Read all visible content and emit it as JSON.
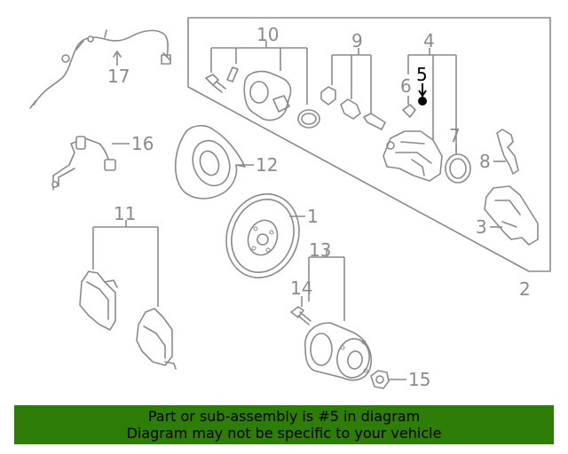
{
  "diagram": {
    "callouts": {
      "n1": "1",
      "n2": "2",
      "n3": "3",
      "n4": "4",
      "n5": "5",
      "n6": "6",
      "n7": "7",
      "n8": "8",
      "n9": "9",
      "n10": "10",
      "n11": "11",
      "n12": "12",
      "n13": "13",
      "n14": "14",
      "n15": "15",
      "n16": "16",
      "n17": "17"
    },
    "highlighted_part": "5",
    "colors": {
      "line": "#8a8a8a",
      "highlight": "#000000",
      "banner": "#2e7d07"
    }
  },
  "banner": {
    "line1": "Part or sub-assembly is #5 in diagram",
    "line2": "Diagram may not be specific to your vehicle"
  }
}
